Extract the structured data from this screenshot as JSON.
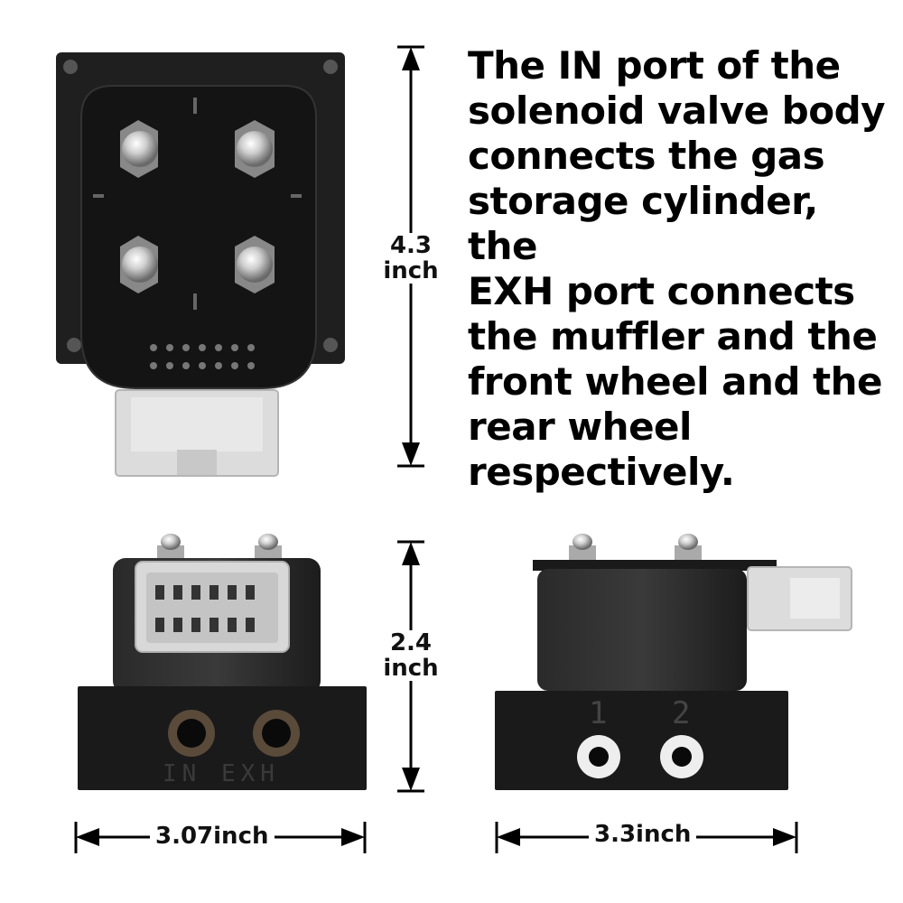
{
  "description": {
    "lines": [
      "The IN port of the",
      "solenoid valve body",
      "connects the gas",
      "storage cylinder, the",
      "EXH port connects",
      "the muffler and the",
      "front wheel and the",
      "rear wheel",
      "respectively."
    ]
  },
  "dimensions": {
    "height_top": {
      "value": "4.3",
      "unit": "inch"
    },
    "height_bottom": {
      "value": "2.4",
      "unit": "inch"
    },
    "width_left": "3.07inch",
    "width_right": "3.3inch"
  },
  "port_labels": {
    "front": "IN EXH",
    "side_1": "1",
    "side_2": "2"
  },
  "colors": {
    "valve_body": "#1b1b1b",
    "connector": "#d9d9d9",
    "background": "#ffffff"
  }
}
